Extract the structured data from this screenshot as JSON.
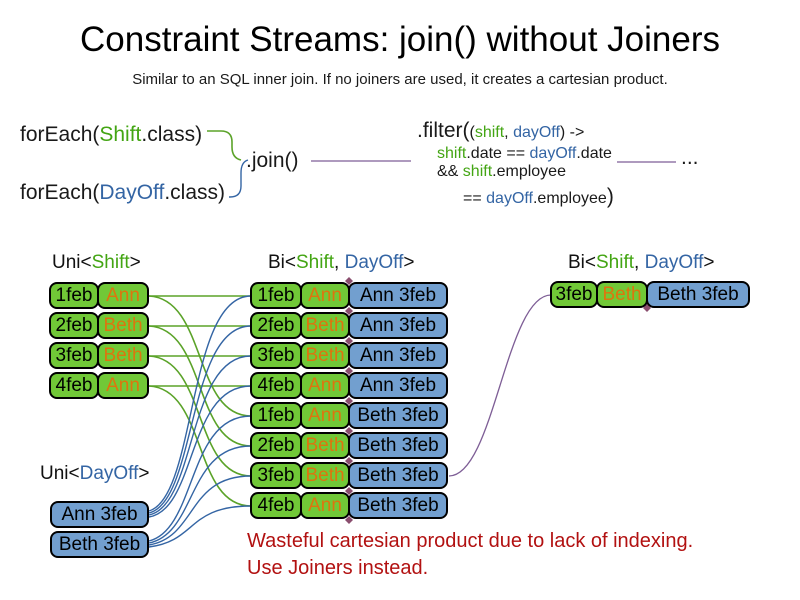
{
  "title": "Constraint Streams: join() without Joiners",
  "subtitle": "Similar to an SQL inner join. If no joiners are used, it creates a cartesian product.",
  "colors": {
    "green_box": "#71C837",
    "blue_box": "#729FCF",
    "green_text": "#43A513",
    "blue_text": "#3465A4",
    "orange_text": "#DE740E",
    "red_text": "#B21111",
    "green_line": "#5BA329",
    "blue_line": "#3465A4",
    "purple_line": "#7E5E96",
    "diamond": "#8A4D6E"
  },
  "code": {
    "foreach_shift": {
      "pre": "forEach(",
      "cls": "Shift",
      "post": ".class)"
    },
    "foreach_dayoff": {
      "pre": "forEach(",
      "cls": "DayOff",
      "post": ".class)"
    },
    "join": ".join()",
    "ellipsis": "...",
    "filter": {
      "line1": {
        "big": ".filter(",
        "p_open": "(",
        "shift": "shift",
        "comma": ", ",
        "dayoff": "dayOff",
        "arrow": ") ->"
      },
      "line2": {
        "shift": "shift",
        "mid": ".date == ",
        "dayoff": "dayOff",
        "end": ".date"
      },
      "line3": {
        "amp": "&& ",
        "shift": "shift",
        "end": ".employee"
      },
      "line4": {
        "eq": "== ",
        "dayoff": "dayOff",
        "mid": ".employee",
        "close": ")"
      }
    }
  },
  "labels": {
    "uni_shift": {
      "pre": "Uni<",
      "a": "Shift",
      "post": ">"
    },
    "bi_mid": {
      "pre": "Bi<",
      "a": "Shift",
      "sep": ", ",
      "b": "DayOff",
      "post": ">"
    },
    "bi_right": {
      "pre": "Bi<",
      "a": "Shift",
      "sep": ", ",
      "b": "DayOff",
      "post": ">"
    },
    "uni_dayoff": {
      "pre": "Uni<",
      "a": "DayOff",
      "post": ">"
    }
  },
  "shift_rows": [
    {
      "date": "1feb",
      "name": "Ann"
    },
    {
      "date": "2feb",
      "name": "Beth"
    },
    {
      "date": "3feb",
      "name": "Beth"
    },
    {
      "date": "4feb",
      "name": "Ann"
    }
  ],
  "dayoff_rows": [
    {
      "label": "Ann 3feb"
    },
    {
      "label": "Beth 3feb"
    }
  ],
  "pair_rows": [
    {
      "date": "1feb",
      "name": "Ann",
      "dayoff": "Ann 3feb"
    },
    {
      "date": "2feb",
      "name": "Beth",
      "dayoff": "Ann 3feb"
    },
    {
      "date": "3feb",
      "name": "Beth",
      "dayoff": "Ann 3feb"
    },
    {
      "date": "4feb",
      "name": "Ann",
      "dayoff": "Ann 3feb"
    },
    {
      "date": "1feb",
      "name": "Ann",
      "dayoff": "Beth 3feb"
    },
    {
      "date": "2feb",
      "name": "Beth",
      "dayoff": "Beth 3feb"
    },
    {
      "date": "3feb",
      "name": "Beth",
      "dayoff": "Beth 3feb"
    },
    {
      "date": "4feb",
      "name": "Ann",
      "dayoff": "Beth 3feb"
    }
  ],
  "result_row": {
    "date": "3feb",
    "name": "Beth",
    "dayoff": "Beth 3feb"
  },
  "warning": {
    "line1": "Wasteful cartesian product due to lack of indexing.",
    "line2": "Use Joiners instead."
  }
}
